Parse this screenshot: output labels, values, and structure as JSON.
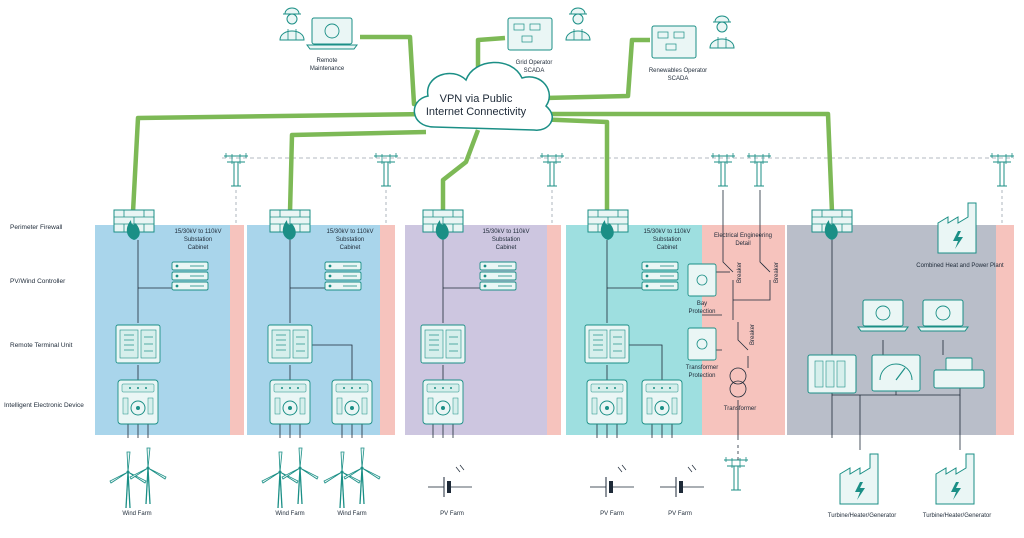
{
  "cloud": {
    "line1": "VPN via Public",
    "line2": "Internet Connectivity"
  },
  "remote": {
    "line1": "Remote",
    "line2": "Maintenance"
  },
  "grid_op": {
    "line1": "Grid Operator",
    "line2": "SCADA"
  },
  "renew_op": {
    "line1": "Renewables Operator",
    "line2": "SCADA"
  },
  "row_labels": {
    "firewall": "Perimeter Firewall",
    "controller": "PV/Wind Controller",
    "rtu": "Remote Terminal Unit",
    "ied": "Intelligent Electronic Device"
  },
  "cabinet": {
    "line1": "15/30kV to 110kV",
    "line2": "Substation",
    "line3": "Cabinet"
  },
  "detail": {
    "line1": "Electrical Engineering",
    "line2": "Detail"
  },
  "breaker": "Breaker",
  "bay": {
    "line1": "Bay",
    "line2": "Protection"
  },
  "transformer_prot": {
    "line1": "Transformer",
    "line2": "Protection"
  },
  "transformer": "Transformer",
  "chp": "Combined Heat and Power Plant",
  "sites": {
    "wind1": "Wind Farm",
    "wind2": "Wind Farm",
    "wind3": "Wind Farm",
    "pv1": "PV Farm",
    "pv2": "PV Farm",
    "pv3": "PV Farm",
    "turbine1": "Turbine/Heater/Generator",
    "turbine2": "Turbine/Heater/Generator"
  },
  "colors": {
    "green": "#7db956",
    "teal": "#1b8f86",
    "blue_panel": "#a9d5eb",
    "purple_panel": "#cdc6e0",
    "cyan_panel": "#9edfe0",
    "gray_panel": "#b9bec9",
    "pink": "#f6c3bd"
  }
}
